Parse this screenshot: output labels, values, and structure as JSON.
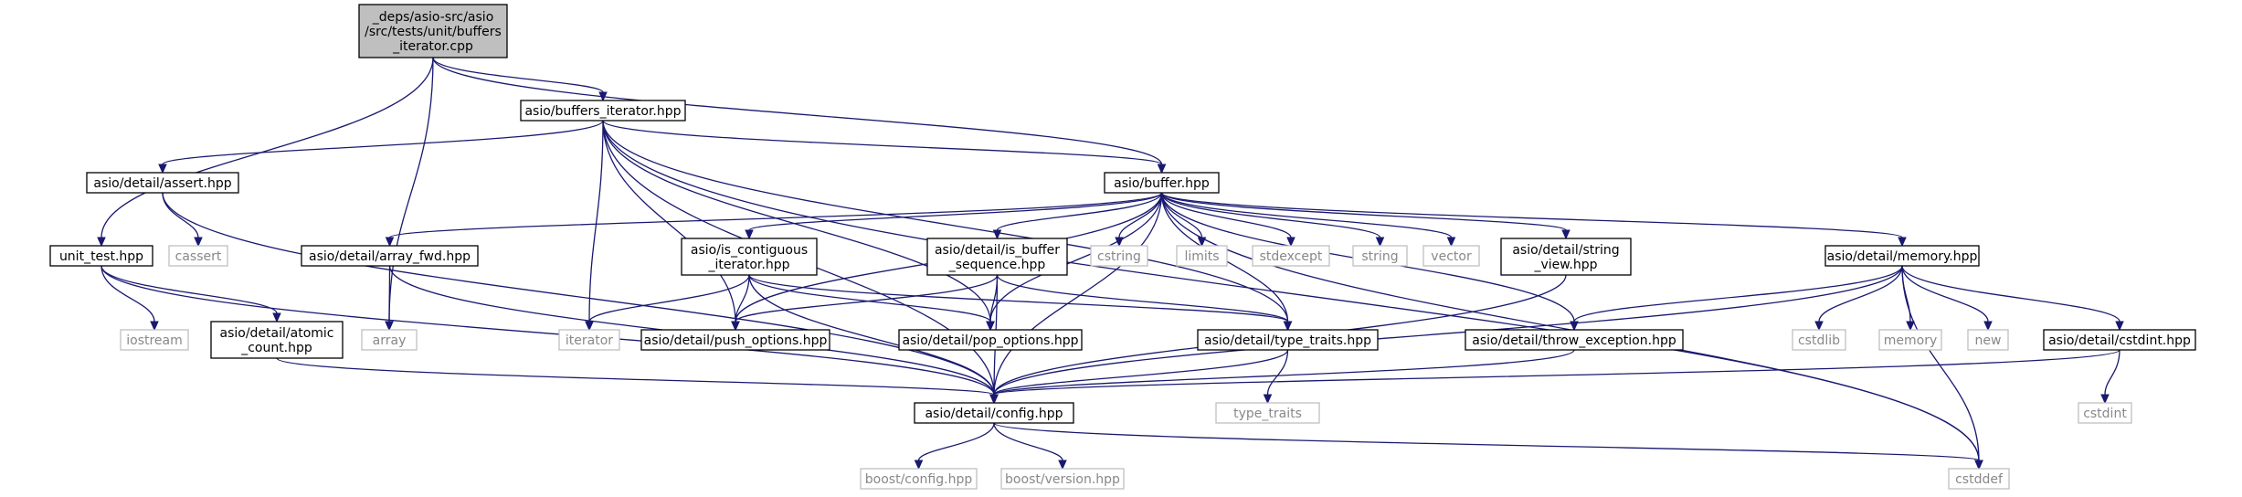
{
  "colors": {
    "edge": "#191970",
    "root_fill": "#bfbfbf",
    "local_fill": "#ffffff",
    "local_stroke": "#000000",
    "local_text": "#000000",
    "external_stroke": "#bfbfbf",
    "external_text": "#888888"
  },
  "nodes": {
    "root": {
      "lines": [
        "_deps/asio-src/asio",
        "/src/tests/unit/buffers",
        "_iterator.cpp"
      ]
    },
    "buffers_iterator": {
      "lines": [
        "asio/buffers_iterator.hpp"
      ]
    },
    "assert": {
      "lines": [
        "asio/detail/assert.hpp"
      ]
    },
    "buffer": {
      "lines": [
        "asio/buffer.hpp"
      ]
    },
    "unit_test": {
      "lines": [
        "unit_test.hpp"
      ]
    },
    "cassert": {
      "lines": [
        "cassert"
      ]
    },
    "array_fwd": {
      "lines": [
        "asio/detail/array_fwd.hpp"
      ]
    },
    "is_contiguous": {
      "lines": [
        "asio/is_contiguous",
        "_iterator.hpp"
      ]
    },
    "is_buffer_seq": {
      "lines": [
        "asio/detail/is_buffer",
        "_sequence.hpp"
      ]
    },
    "cstring": {
      "lines": [
        "cstring"
      ]
    },
    "limits": {
      "lines": [
        "limits"
      ]
    },
    "stdexcept": {
      "lines": [
        "stdexcept"
      ]
    },
    "string": {
      "lines": [
        "string"
      ]
    },
    "vector": {
      "lines": [
        "vector"
      ]
    },
    "string_view": {
      "lines": [
        "asio/detail/string",
        "_view.hpp"
      ]
    },
    "memory_hpp": {
      "lines": [
        "asio/detail/memory.hpp"
      ]
    },
    "iostream": {
      "lines": [
        "iostream"
      ]
    },
    "atomic_count": {
      "lines": [
        "asio/detail/atomic",
        "_count.hpp"
      ]
    },
    "array": {
      "lines": [
        "array"
      ]
    },
    "iterator": {
      "lines": [
        "iterator"
      ]
    },
    "push_options": {
      "lines": [
        "asio/detail/push_options.hpp"
      ]
    },
    "pop_options": {
      "lines": [
        "asio/detail/pop_options.hpp"
      ]
    },
    "type_traits_hpp": {
      "lines": [
        "asio/detail/type_traits.hpp"
      ]
    },
    "throw_exception": {
      "lines": [
        "asio/detail/throw_exception.hpp"
      ]
    },
    "cstdlib": {
      "lines": [
        "cstdlib"
      ]
    },
    "memory": {
      "lines": [
        "memory"
      ]
    },
    "new": {
      "lines": [
        "new"
      ]
    },
    "cstdint_hpp": {
      "lines": [
        "asio/detail/cstdint.hpp"
      ]
    },
    "config": {
      "lines": [
        "asio/detail/config.hpp"
      ]
    },
    "type_traits": {
      "lines": [
        "type_traits"
      ]
    },
    "cstdint": {
      "lines": [
        "cstdint"
      ]
    },
    "boost_config": {
      "lines": [
        "boost/config.hpp"
      ]
    },
    "boost_version": {
      "lines": [
        "boost/version.hpp"
      ]
    },
    "cstddef": {
      "lines": [
        "cstddef"
      ]
    }
  },
  "edges": [
    [
      "root",
      "buffers_iterator"
    ],
    [
      "root",
      "buffer"
    ],
    [
      "root",
      "unit_test"
    ],
    [
      "root",
      "array"
    ],
    [
      "buffers_iterator",
      "assert"
    ],
    [
      "buffers_iterator",
      "buffer"
    ],
    [
      "buffers_iterator",
      "config"
    ],
    [
      "buffers_iterator",
      "iterator"
    ],
    [
      "buffers_iterator",
      "push_options"
    ],
    [
      "buffers_iterator",
      "pop_options"
    ],
    [
      "buffers_iterator",
      "type_traits_hpp"
    ],
    [
      "buffers_iterator",
      "cstddef"
    ],
    [
      "assert",
      "cassert"
    ],
    [
      "assert",
      "config"
    ],
    [
      "buffer",
      "array_fwd"
    ],
    [
      "buffer",
      "is_contiguous"
    ],
    [
      "buffer",
      "is_buffer_seq"
    ],
    [
      "buffer",
      "cstring"
    ],
    [
      "buffer",
      "limits"
    ],
    [
      "buffer",
      "stdexcept"
    ],
    [
      "buffer",
      "string"
    ],
    [
      "buffer",
      "vector"
    ],
    [
      "buffer",
      "string_view"
    ],
    [
      "buffer",
      "memory_hpp"
    ],
    [
      "buffer",
      "throw_exception"
    ],
    [
      "buffer",
      "type_traits_hpp"
    ],
    [
      "buffer",
      "push_options"
    ],
    [
      "buffer",
      "pop_options"
    ],
    [
      "buffer",
      "config"
    ],
    [
      "buffer",
      "cstddef"
    ],
    [
      "unit_test",
      "iostream"
    ],
    [
      "unit_test",
      "atomic_count"
    ],
    [
      "unit_test",
      "config"
    ],
    [
      "array_fwd",
      "array"
    ],
    [
      "array_fwd",
      "config"
    ],
    [
      "is_contiguous",
      "iterator"
    ],
    [
      "is_contiguous",
      "push_options"
    ],
    [
      "is_contiguous",
      "pop_options"
    ],
    [
      "is_contiguous",
      "type_traits_hpp"
    ],
    [
      "is_contiguous",
      "config"
    ],
    [
      "is_buffer_seq",
      "push_options"
    ],
    [
      "is_buffer_seq",
      "pop_options"
    ],
    [
      "is_buffer_seq",
      "type_traits_hpp"
    ],
    [
      "is_buffer_seq",
      "config"
    ],
    [
      "string_view",
      "config"
    ],
    [
      "memory_hpp",
      "cstdlib"
    ],
    [
      "memory_hpp",
      "memory"
    ],
    [
      "memory_hpp",
      "new"
    ],
    [
      "memory_hpp",
      "cstdint_hpp"
    ],
    [
      "memory_hpp",
      "throw_exception"
    ],
    [
      "memory_hpp",
      "config"
    ],
    [
      "memory_hpp",
      "cstddef"
    ],
    [
      "atomic_count",
      "config"
    ],
    [
      "type_traits_hpp",
      "config"
    ],
    [
      "type_traits_hpp",
      "type_traits"
    ],
    [
      "throw_exception",
      "config"
    ],
    [
      "cstdint_hpp",
      "config"
    ],
    [
      "cstdint_hpp",
      "cstdint"
    ],
    [
      "config",
      "boost_config"
    ],
    [
      "config",
      "boost_version"
    ],
    [
      "config",
      "cstddef"
    ]
  ]
}
